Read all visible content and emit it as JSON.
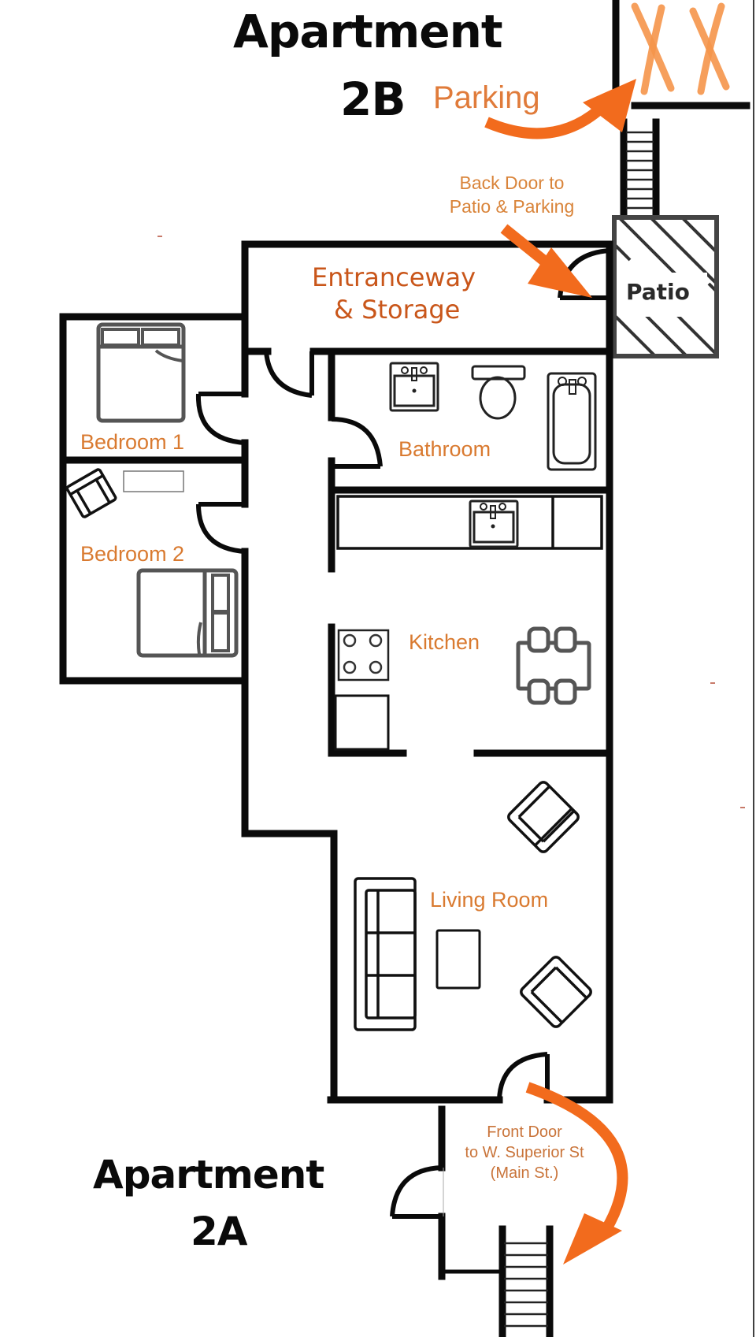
{
  "titles": {
    "top_line1": "Apartment",
    "top_line2": "2B",
    "bottom_line1": "Apartment",
    "bottom_line2": "2A"
  },
  "annotations": {
    "parking": "Parking",
    "back_door_line1": "Back Door to",
    "back_door_line2": "Patio & Parking",
    "front_door_line1": "Front Door",
    "front_door_line2": "to W. Superior St",
    "front_door_line3": "(Main St.)"
  },
  "rooms": {
    "entrance_line1": "Entranceway",
    "entrance_line2": "& Storage",
    "patio": "Patio",
    "bedroom1": "Bedroom 1",
    "bedroom2": "Bedroom 2",
    "bathroom": "Bathroom",
    "kitchen": "Kitchen",
    "living_room": "Living Room"
  },
  "icons": {
    "parking_marks": "XX",
    "arrows": [
      "parking-arrow",
      "back-door-arrow",
      "front-door-arrow"
    ]
  },
  "colors": {
    "accent_orange": "#f26b1d",
    "label_orange": "#d97a30",
    "wall": "#0a0a0a",
    "furniture_gray": "#555555"
  }
}
